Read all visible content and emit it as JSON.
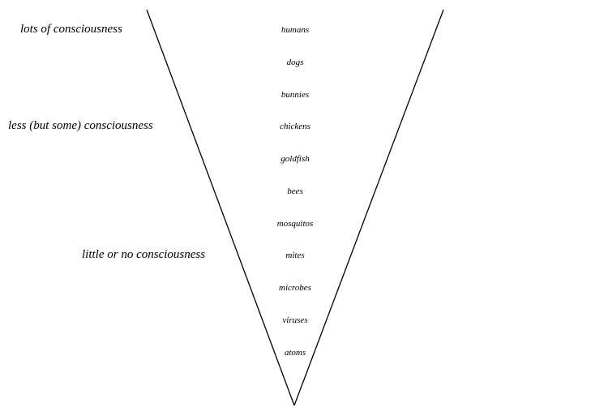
{
  "levels": [
    {
      "label": "lots of consciousness"
    },
    {
      "label": "less (but some) consciousness"
    },
    {
      "label": "little or no consciousness"
    }
  ],
  "items": [
    "humans",
    "dogs",
    "bunnies",
    "chickens",
    "goldfish",
    "bees",
    "mosquitos",
    "mites",
    "microbes",
    "viruses",
    "atoms"
  ]
}
